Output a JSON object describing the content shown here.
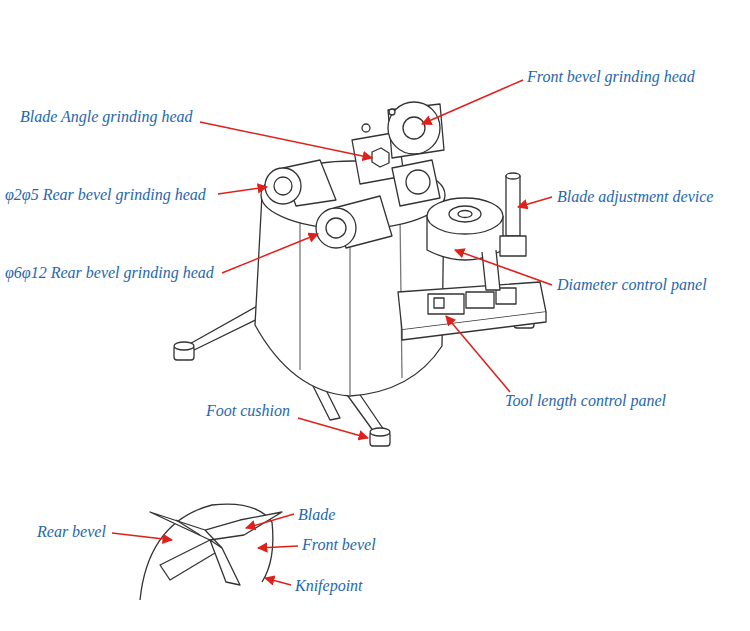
{
  "diagram": {
    "labels": [
      "Front bevel grinding head",
      "Blade Angle grinding head",
      "φ2φ5 Rear bevel grinding head",
      "Blade adjustment device",
      "φ6φ12 Rear bevel grinding head",
      "Diameter control panel",
      "Tool length control panel",
      "Foot cushion",
      "Blade",
      "Rear bevel",
      "Front bevel",
      "Knifepoint"
    ]
  }
}
